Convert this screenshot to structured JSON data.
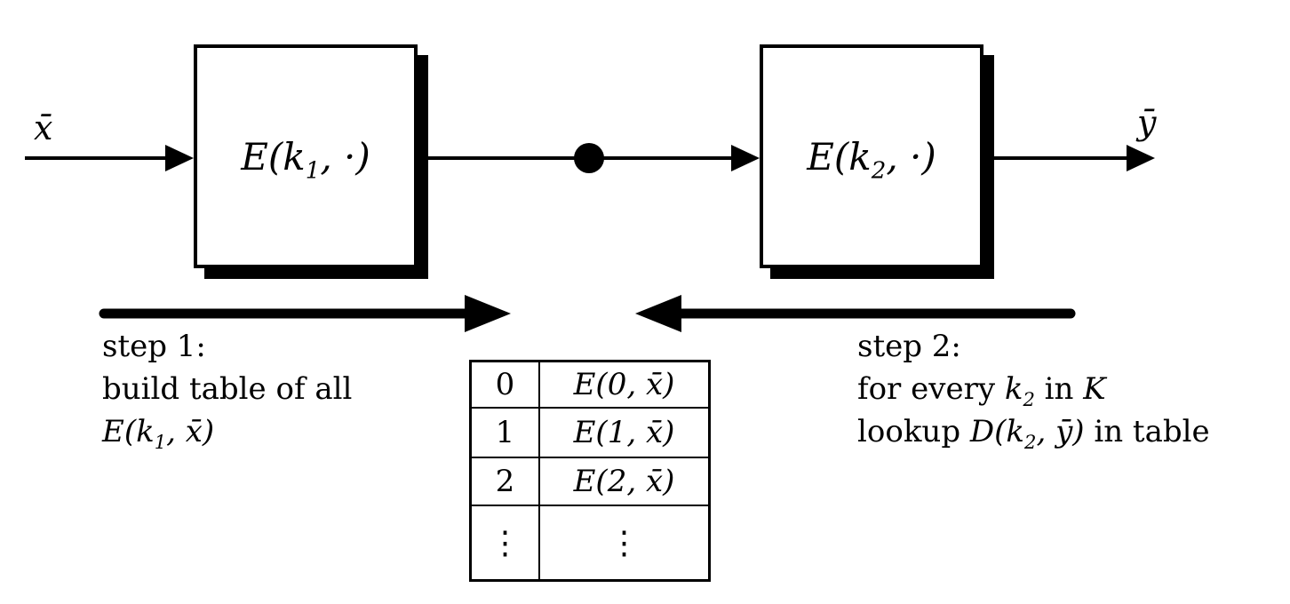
{
  "colors": {
    "ink": "#000000",
    "background": "#ffffff"
  },
  "flow": {
    "input_label": "x̄",
    "output_label": "ȳ",
    "box1_label": {
      "pre": "E(k",
      "sub": "1",
      "post": ", ·)"
    },
    "box2_label": {
      "pre": "E(k",
      "sub": "2",
      "post": ", ·)"
    }
  },
  "step1": {
    "line1": "step 1:",
    "line2": "build table of all",
    "line3": {
      "pre": "E(k",
      "sub": "1",
      "post": ", x̄)"
    }
  },
  "step2": {
    "line1": "step 2:",
    "line2": {
      "pre": "for every ",
      "var": "k",
      "sub": "2",
      "mid": " in ",
      "set": "K"
    },
    "line3": {
      "pre": "lookup ",
      "fn": "D(k",
      "sub": "2",
      "post": ", ȳ)",
      "suffix": " in table"
    }
  },
  "table": {
    "rows": [
      [
        "0",
        "E(0, x̄)"
      ],
      [
        "1",
        "E(1, x̄)"
      ],
      [
        "2",
        "E(2, x̄)"
      ],
      [
        "⋮",
        "⋮"
      ]
    ]
  }
}
